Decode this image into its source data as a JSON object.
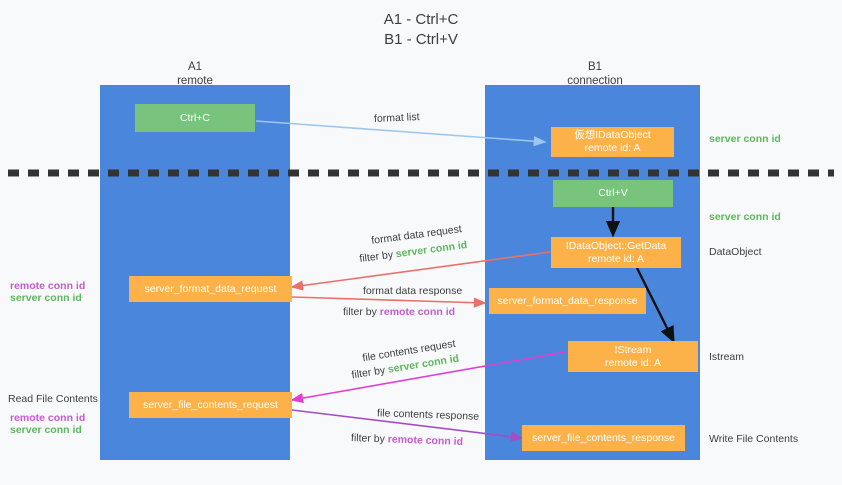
{
  "title": {
    "line1": "A1 - Ctrl+C",
    "line2": "B1 - Ctrl+V"
  },
  "colors": {
    "lane": "#4a86dc",
    "green_box": "#78c47d",
    "orange_box": "#fcb248",
    "server_conn_id": "#5cb85c",
    "remote_conn_id": "#c45bd0",
    "background": "#f8f9fa",
    "blue_arrow": "#9ec7ee",
    "red_arrow": "#e8726a",
    "magenta_arrow": "#e23fd0",
    "purple_arrow": "#a24fc4",
    "black_arrow": "#111111"
  },
  "columns": [
    {
      "name": "A1",
      "sub": "remote"
    },
    {
      "name": "B1",
      "sub": "connection"
    }
  ],
  "boxes": {
    "ctrl_c": {
      "label": "Ctrl+C"
    },
    "ctrl_v": {
      "label": "Ctrl+V"
    },
    "virtual_dataobject": {
      "line1": "仮想IDataObject",
      "line2": "remote id: A"
    },
    "getdata": {
      "line1": "IDataObject::GetData",
      "line2": "remote id: A"
    },
    "istream": {
      "line1": "IStream",
      "line2": "remote id: A"
    },
    "server_format_data_request": {
      "label": "server_format_data_request"
    },
    "server_format_data_response": {
      "label": "server_format_data_response"
    },
    "server_file_contents_request": {
      "label": "server_file_contents_request"
    },
    "server_file_contents_response": {
      "label": "server_file_contents_response"
    }
  },
  "right_labels": {
    "server_conn_id_1": "server conn id",
    "server_conn_id_2": "server conn id",
    "dataobject": "DataObject",
    "istream": "Istream",
    "write_file_contents": "Write File Contents"
  },
  "left_labels": {
    "remote_conn_id_1": "remote conn id",
    "server_conn_id_1": "server conn id",
    "read_file_contents": "Read File Contents",
    "remote_conn_id_2": "remote conn id",
    "server_conn_id_2": "server conn id"
  },
  "edges": {
    "format_list": "format list",
    "format_data_request": "format data request",
    "format_data_request_filter_prefix": "filter by ",
    "format_data_request_filter_value": "server conn id",
    "format_data_response": "format data response",
    "format_data_response_filter_prefix": "filter by ",
    "format_data_response_filter_value": "remote conn id",
    "file_contents_request": "file contents request",
    "file_contents_request_filter_prefix": "filter by ",
    "file_contents_request_filter_value": "server conn id",
    "file_contents_response": "file contents response",
    "file_contents_response_filter_prefix": "filter by ",
    "file_contents_response_filter_value": "remote conn id"
  }
}
